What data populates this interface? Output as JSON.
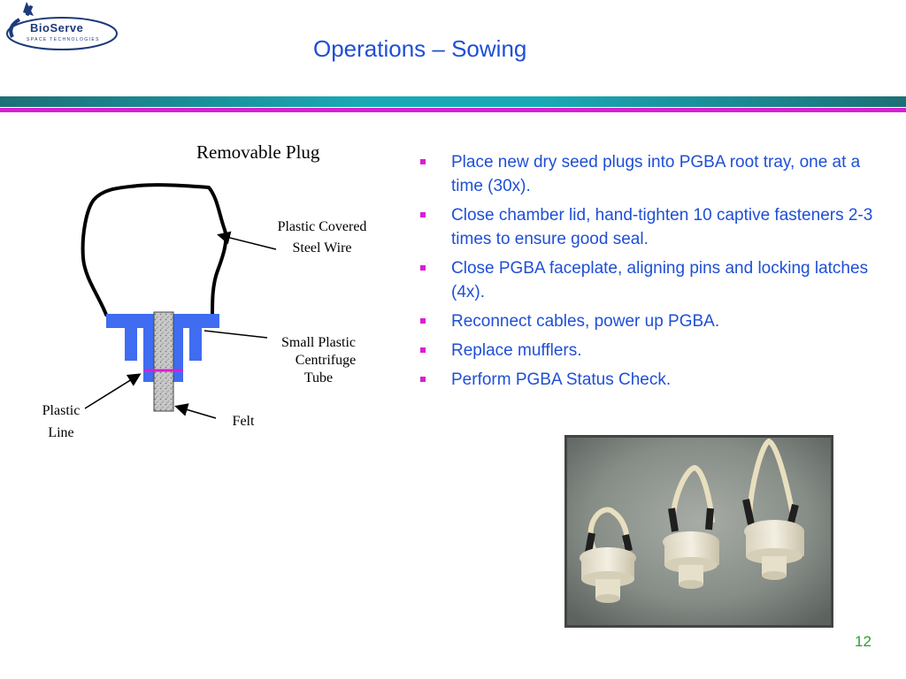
{
  "logo": {
    "name": "BioServe",
    "tagline": "SPACE TECHNOLOGIES"
  },
  "slide": {
    "title": "Operations – Sowing",
    "page_number": "12"
  },
  "diagram": {
    "title": "Removable Plug",
    "labels": {
      "wire": [
        "Plastic Covered",
        "Steel Wire"
      ],
      "tube": [
        "Small Plastic",
        "Centrifuge",
        "Tube"
      ],
      "line": [
        "Plastic",
        "Line"
      ],
      "felt": "Felt"
    }
  },
  "bullets": [
    "Place new dry seed plugs into PGBA root tray, one at a time (30x).",
    "Close chamber lid, hand-tighten 10 captive fasteners 2-3 times to ensure good seal.",
    "Close PGBA faceplate, aligning pins and locking latches (4x).",
    "Reconnect cables, power up PGBA.",
    "Replace mufflers.",
    "Perform PGBA Status Check."
  ],
  "colors": {
    "title": "#1f4fd6",
    "bullet_marker": "#d81fd1",
    "plug_blue": "#3f6cf0",
    "page_number": "#2aa12a"
  }
}
